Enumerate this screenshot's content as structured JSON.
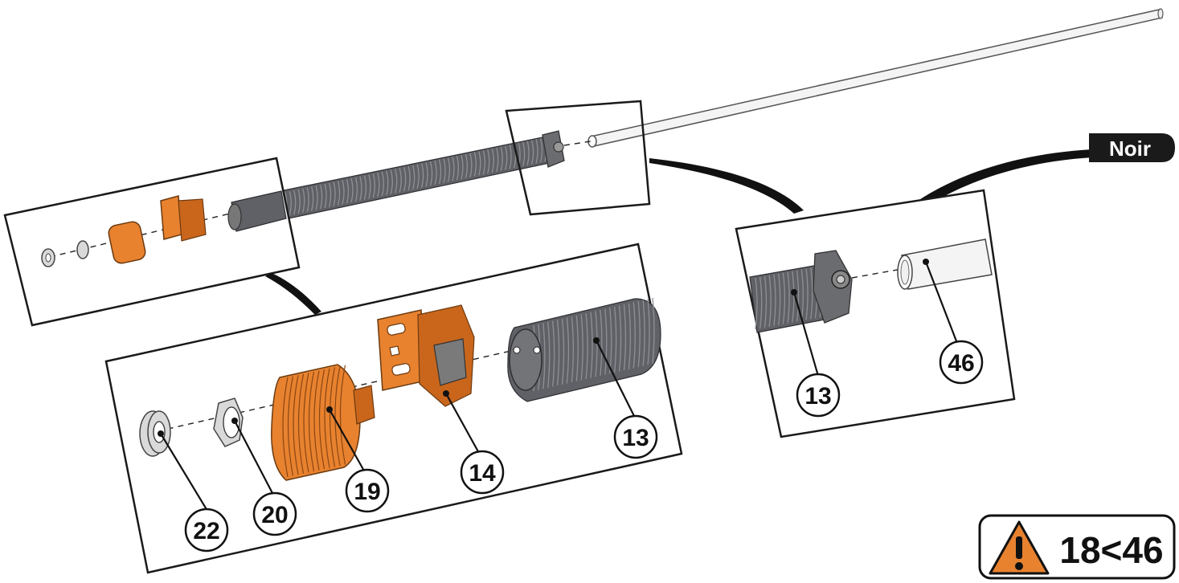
{
  "badge": {
    "color_tag": "Noir",
    "warning_text": "18<46",
    "tag_color": "#1a1a1a",
    "warning_color": "#e8822f"
  },
  "callouts": {
    "c22": "22",
    "c20": "20",
    "c19": "19",
    "c14": "14",
    "c13_left": "13",
    "c13_right": "13",
    "c46": "46"
  },
  "icons": {
    "warning": "warning-triangle-icon"
  }
}
